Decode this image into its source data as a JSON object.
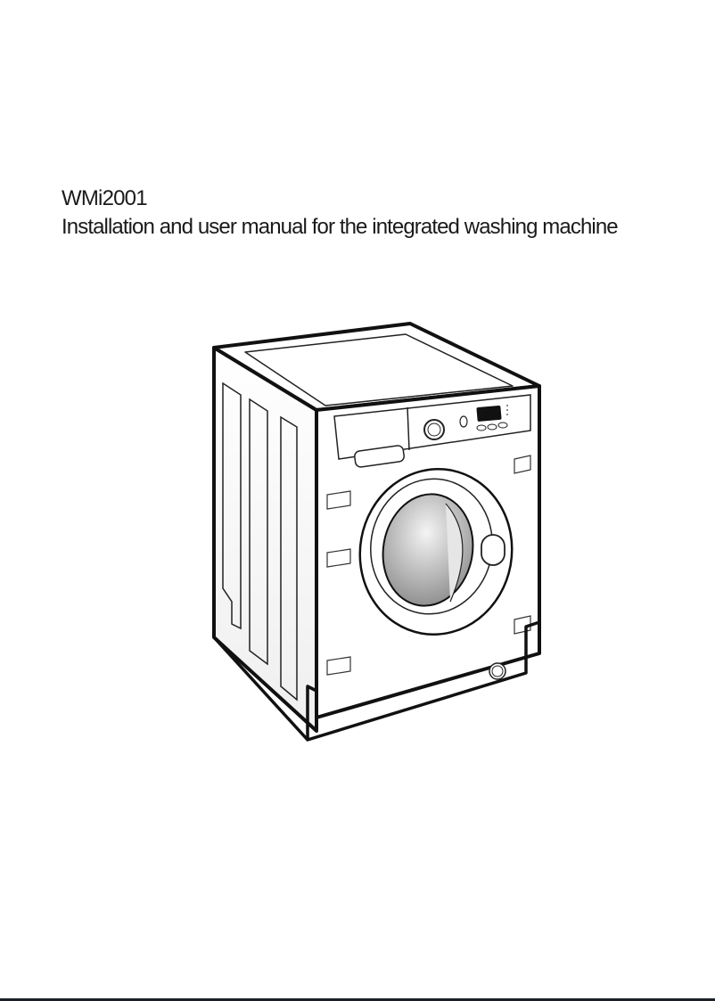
{
  "document": {
    "model": "WMi2001",
    "title": "Installation and user manual for the integrated washing machine"
  },
  "illustration": {
    "subject": "washing-machine-line-drawing",
    "description": "Integrated front-loading washing machine with detergent drawer, program dial, digital display and door"
  },
  "colors": {
    "text": "#1a1a1a",
    "background": "#ffffff",
    "rule": "#1c2128"
  }
}
